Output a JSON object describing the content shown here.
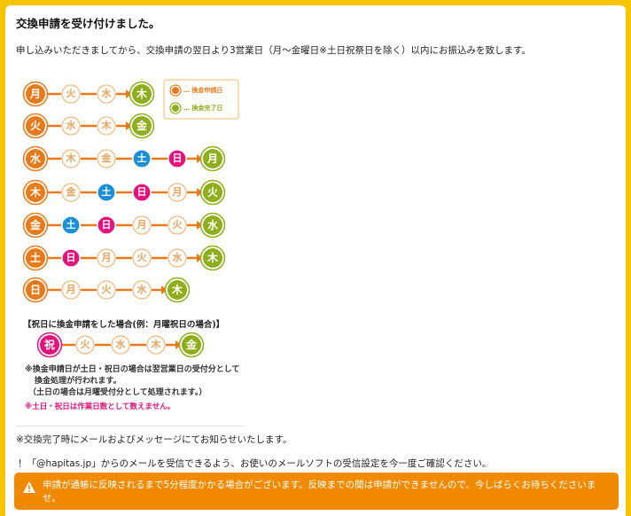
{
  "title": "交換申請を受け付けました。",
  "description": "申し込みいただきましてから、交換申請の翌日より3営業日（月～金曜日※土日祝祭日を除く）以内にお振込みを致します。",
  "schedule_rows": [
    [
      "月",
      "火",
      "水",
      "木"
    ],
    [
      "火",
      "水",
      "木",
      "金"
    ],
    [
      "水",
      "木",
      "金",
      "土",
      "日",
      "月"
    ],
    [
      "木",
      "金",
      "土",
      "日",
      "月",
      "火"
    ],
    [
      "金",
      "土",
      "日",
      "月",
      "火",
      "水"
    ],
    [
      "土",
      "日",
      "月",
      "火",
      "水",
      "木"
    ],
    [
      "日",
      "月",
      "火",
      "水",
      "木"
    ]
  ],
  "legend": {
    "applied": "… 換金申請日",
    "completed": "… 換金完了日"
  },
  "holiday_section": {
    "title": "【祝日に換金申請をした場合(例：月曜祝日の場合)】",
    "row": [
      "祝",
      "火",
      "水",
      "木",
      "金"
    ],
    "note_line1": "※換金申請日が土日・祝日の場合は翌営業日の受付分として",
    "note_line2": "換金処理が行われます。",
    "note_line3": "（土日の場合は月曜受付分として処理されます。）",
    "pink_note": "※土日・祝日は作業日数として数えません。"
  },
  "notice_email": "※交換完了時にメールおよびメッセージにてお知らせいたします。",
  "notice_domain": "！「@hapitas.jp」からのメールを受信できるよう、お使いのメールソフトの受信設定を今一度ご確認ください。",
  "alert": {
    "text": "申請が通帳に反映されるまで5分程度かかる場合がございます。反映までの間は申請ができませんので、今しばらくお待ちくださいませ。"
  },
  "colors": {
    "page_bg": "#f7c400",
    "orange": "#e87a1c",
    "green": "#8fae1b",
    "blue": "#1a8fd8",
    "pink": "#e4137b",
    "outline_text": "#e8a35a",
    "alert_bg": "#f18a00"
  }
}
